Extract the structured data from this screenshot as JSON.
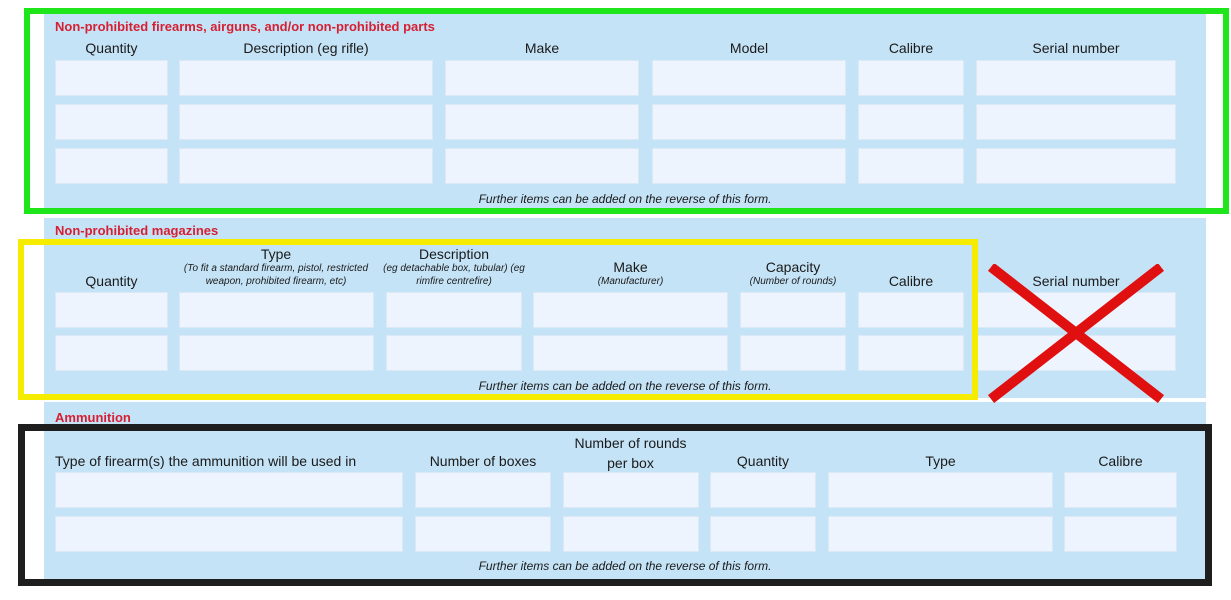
{
  "firearms": {
    "title": "Non-prohibited firearms, airguns, and/or non-prohibited parts",
    "headers": {
      "quantity": "Quantity",
      "description": "Description (eg rifle)",
      "make": "Make",
      "model": "Model",
      "calibre": "Calibre",
      "serial": "Serial number"
    },
    "note": "Further items can be added on the reverse of this form."
  },
  "magazines": {
    "title": "Non-prohibited magazines",
    "headers": {
      "quantity": "Quantity",
      "type": "Type",
      "type_sub": "(To fit a standard firearm, pistol, restricted weapon, prohibited firearm, etc)",
      "description": "Description",
      "description_sub": "(eg detachable box, tubular) (eg rimfire centrefire)",
      "make": "Make",
      "make_sub": "(Manufacturer)",
      "capacity": "Capacity",
      "capacity_sub": "(Number of rounds)",
      "calibre": "Calibre",
      "serial": "Serial number"
    },
    "note": "Further items can be added on the reverse of this form."
  },
  "ammunition": {
    "title": "Ammunition",
    "headers": {
      "firearm_type": "Type of firearm(s) the ammunition will be used in",
      "boxes": "Number of boxes",
      "rounds": "Number of rounds per box",
      "quantity": "Quantity",
      "type": "Type",
      "calibre": "Calibre"
    },
    "note": "Further items can be added on the reverse of this form."
  },
  "colors": {
    "panel": "#c5e3f6",
    "field": "#eef4fd",
    "section_title": "#d61f33",
    "highlight_green": "#1ee61a",
    "highlight_yellow": "#f5ec00",
    "highlight_black": "#1e1e1e",
    "cross": "#e01010"
  }
}
